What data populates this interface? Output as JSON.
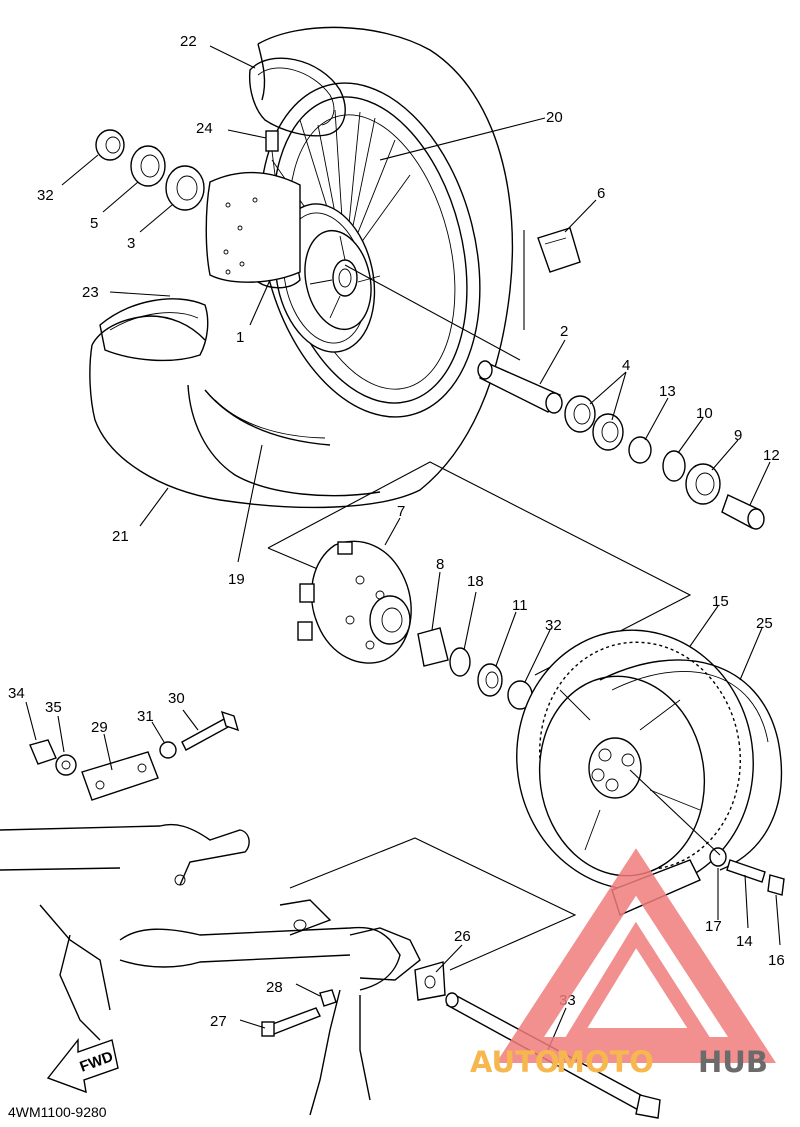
{
  "diagram": {
    "code": "4WM1100-9280",
    "fwd_label": "FWD",
    "callouts": [
      {
        "n": "22"
      },
      {
        "n": "24"
      },
      {
        "n": "20"
      },
      {
        "n": "32"
      },
      {
        "n": "5"
      },
      {
        "n": "3"
      },
      {
        "n": "6"
      },
      {
        "n": "23"
      },
      {
        "n": "1"
      },
      {
        "n": "2"
      },
      {
        "n": "4"
      },
      {
        "n": "13"
      },
      {
        "n": "10"
      },
      {
        "n": "9"
      },
      {
        "n": "12"
      },
      {
        "n": "21"
      },
      {
        "n": "19"
      },
      {
        "n": "7"
      },
      {
        "n": "8"
      },
      {
        "n": "18"
      },
      {
        "n": "11"
      },
      {
        "n": "32"
      },
      {
        "n": "15"
      },
      {
        "n": "25"
      },
      {
        "n": "34"
      },
      {
        "n": "35"
      },
      {
        "n": "29"
      },
      {
        "n": "31"
      },
      {
        "n": "30"
      },
      {
        "n": "17"
      },
      {
        "n": "14"
      },
      {
        "n": "16"
      },
      {
        "n": "26"
      },
      {
        "n": "28"
      },
      {
        "n": "33"
      },
      {
        "n": "27"
      }
    ]
  },
  "watermark": {
    "text_a": "AUTO",
    "text_b": "MOTO",
    "text_c": "HUB",
    "color_a": "#f6b84e",
    "color_b": "#f6b84e",
    "color_c": "#6b6b6b",
    "triangle_color": "#f07c7c"
  }
}
